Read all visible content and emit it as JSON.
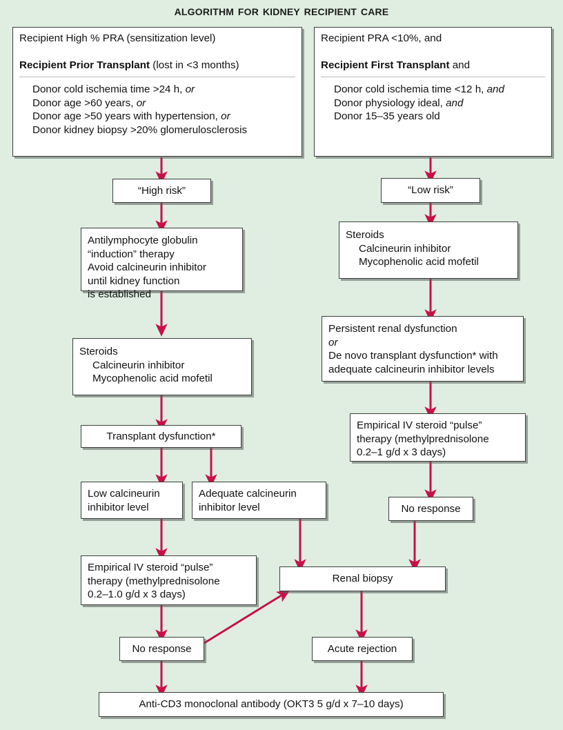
{
  "title": "Algorithm for Kidney Recipient Care",
  "colors": {
    "background": "#dfeee1",
    "box_fill": "#ffffff",
    "box_border": "#3a3f3c",
    "arrow": "#c7104a",
    "text": "#111111"
  },
  "nodes": {
    "high_risk_criteria": {
      "line1": "Recipient High % PRA (sensitization level)",
      "line2_bold": "Recipient Prior Transplant",
      "line2_rest": " (lost in <3 months)",
      "bullets": [
        "Donor cold ischemia time >24 h, ",
        "Donor age >60 years, ",
        "Donor age >50 years with hypertension, ",
        "Donor kidney biopsy >20% glomerulosclerosis"
      ],
      "bullet_conjunctions": [
        "or",
        "or",
        "or",
        ""
      ]
    },
    "low_risk_criteria": {
      "line1": "Recipient PRA <10%, and",
      "line2_bold": "Recipient First Transplant",
      "line2_rest": " and",
      "bullets": [
        "Donor cold ischemia time <12 h, ",
        "Donor physiology ideal, ",
        "Donor 15–35 years old"
      ],
      "bullet_conjunctions": [
        "and",
        "and",
        ""
      ]
    },
    "high_risk_label": "“High risk”",
    "low_risk_label": "“Low risk”",
    "alg_induction": {
      "l1": "Antilymphocyte globulin",
      "l2": "“induction” therapy",
      "l3": "Avoid calcineurin inhibitor",
      "l4": "until kidney function",
      "l5": "is established"
    },
    "steroids_left": {
      "l1": "Steroids",
      "l2": "Calcineurin inhibitor",
      "l3": "Mycophenolic acid mofetil"
    },
    "steroids_right": {
      "l1": "Steroids",
      "l2": "Calcineurin inhibitor",
      "l3": "Mycophenolic acid mofetil"
    },
    "persistent_dysfunction": {
      "l1": "Persistent renal dysfunction",
      "l2": "or",
      "l3": "De novo transplant dysfunction* with",
      "l4": "adequate calcineurin inhibitor levels"
    },
    "transplant_dysfunction": "Transplant dysfunction*",
    "low_cni": {
      "l1": "Low calcineurin",
      "l2": "inhibitor level"
    },
    "adequate_cni": {
      "l1": "Adequate calcineurin",
      "l2": "inhibitor level"
    },
    "pulse_left": {
      "l1": "Empirical IV steroid “pulse”",
      "l2": "therapy (methylprednisolone",
      "l3": "0.2–1.0 g/d x 3 days)"
    },
    "pulse_right": {
      "l1": "Empirical IV steroid “pulse”",
      "l2": "therapy (methylprednisolone",
      "l3": "0.2–1 g/d x 3 days)"
    },
    "no_response_left": "No response",
    "no_response_right": "No response",
    "renal_biopsy": "Renal biopsy",
    "acute_rejection": "Acute rejection",
    "anti_cd3": "Anti-CD3 monoclonal antibody (OKT3 5 g/d x 7–10 days)"
  }
}
